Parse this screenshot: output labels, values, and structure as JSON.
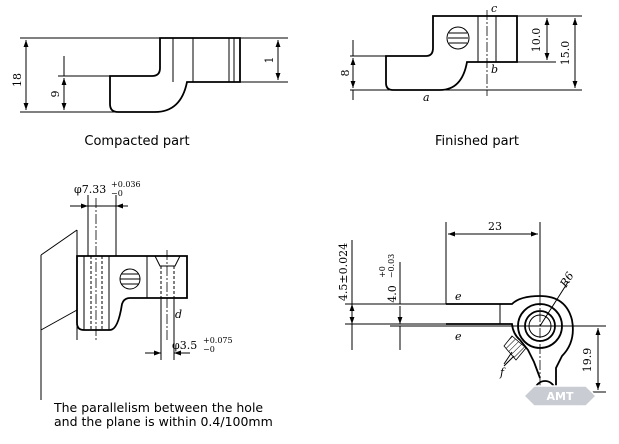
{
  "captions": {
    "compacted": "Compacted part",
    "finished": "Finished part"
  },
  "note": {
    "line1": "The parallelism between the hole",
    "line2": "and the plane is within 0.4/100mm"
  },
  "compacted_dims": {
    "height": "18",
    "lower": "9",
    "step": "1"
  },
  "finished_dims": {
    "base": "8",
    "upper": "10.0",
    "total": "15.0",
    "surf_a": "a",
    "surf_b": "b",
    "surf_c": "c"
  },
  "fixture_dims": {
    "dia_large": "φ7.33",
    "dia_large_tol_up": "+0.036",
    "dia_large_tol_low": "−0",
    "dia_small": "φ3.5",
    "dia_small_tol_up": "+0.075",
    "dia_small_tol_low": "−0",
    "label_d": "d"
  },
  "tool_dims": {
    "width": "23",
    "height1": "4.5±0.024",
    "height2": "4.0",
    "height2_tol_up": "+0",
    "height2_tol_low": "−0.03",
    "radius": "R6",
    "lower": "19.9",
    "label_e": "e",
    "label_f": "f"
  },
  "watermark": "AMT"
}
